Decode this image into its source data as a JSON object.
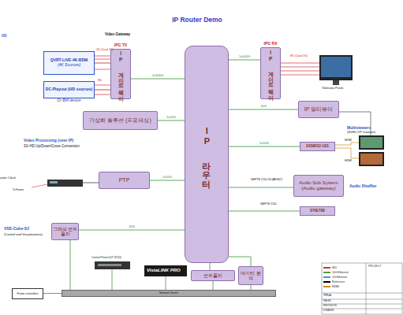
{
  "diagram": {
    "title": "IP Router Demo",
    "nodes": [
      {
        "text": [
          "QVRT-LIVE-4K-BDM",
          "(4K Sources)"
        ]
      },
      {
        "text": [
          "IPG TX",
          "IP 게이트웨이"
        ]
      },
      {
        "text": [
          "IP 라우터"
        ]
      },
      {
        "text": [
          "IPG RX",
          "IP 게이트웨이"
        ]
      },
      {
        "text": [
          "DC-Playout (HD sources)",
          "Or BM device"
        ]
      },
      {
        "text": [
          "IP 멀티뷰어"
        ]
      },
      {
        "text": [
          "가상화 솔루션 (프로세싱)"
        ]
      },
      {
        "text": [
          "2439RX2-10G"
        ]
      },
      {
        "text": [
          "PTP"
        ]
      },
      {
        "text": [
          "Audio Sub System (Audio gateway)"
        ]
      },
      {
        "text": [
          "S76ET88"
        ]
      },
      {
        "text": [
          "그래픽 컨트롤러"
        ]
      },
      {
        "text": [
          "컨트롤러"
        ]
      },
      {
        "text": [
          "데이터 분석"
        ]
      },
      {
        "text": [
          "Network Switch"
        ]
      },
      {
        "text": [
          "Frame controllers"
        ]
      }
    ],
    "edges": [
      {
        "from": 0,
        "to": 1,
        "arrow": "none"
      },
      {
        "from": 4,
        "to": 1,
        "arrow": "none"
      },
      {
        "from": 1,
        "to": 2,
        "label": "1x100G",
        "arrow": "none"
      },
      {
        "from": 2,
        "to": 3,
        "label": "1x100G",
        "arrow": "none"
      },
      {
        "from": 6,
        "to": 2,
        "label": "1x10G",
        "arrow": "none"
      },
      {
        "from": 8,
        "to": 2,
        "label": "1x10G",
        "arrow": "none"
      },
      {
        "from": 11,
        "to": 2,
        "label": "10G",
        "arrow": "none"
      },
      {
        "from": 2,
        "to": 5,
        "label": "10G",
        "arrow": "none"
      },
      {
        "from": 2,
        "to": 7,
        "label": "1x10G",
        "arrow": "none"
      },
      {
        "from": 2,
        "to": 9,
        "arrow": "none"
      },
      {
        "from": 2,
        "to": 10,
        "arrow": "none"
      },
      {
        "from": 12,
        "to": 2,
        "arrow": "none"
      },
      {
        "from": 13,
        "to": 2,
        "arrow": "none"
      },
      {
        "from": 11,
        "to": 14,
        "arrow": "none"
      },
      {
        "from": 12,
        "to": 14,
        "arrow": "none"
      },
      {
        "from": 13,
        "to": 14,
        "arrow": "none"
      },
      {
        "from": 15,
        "to": 14,
        "arrow": "none"
      }
    ],
    "labels": [
      "I/O",
      "Video Gateway",
      "4K (Quad 3G)",
      "HD",
      "8K (Quad 3G)",
      "Tektronix Prism",
      "Video Processing (over IP)",
      "3G-HD Up/Down/Cross Conversion",
      "aster Clock",
      "To Frames",
      "VSE-Cube-S2",
      "(Control and Visualizations)",
      "Multiviewers",
      "(3G/HD O/P resolution)",
      "HDMI",
      "HDMI",
      "Audio Shuffler",
      "SMPTE 2110-30 (AES67)",
      "SMPTE 2110",
      "Control Panel (LP-3152)",
      "VistaLINK PRO",
      "PROJECT",
      "TITLE:",
      "PAGE",
      "REVISION",
      "DRAWN"
    ],
    "legend": [
      {
        "text": "SDI",
        "color": "#d63030"
      },
      {
        "text": "10G Ethernet",
        "color": "#4aa04a"
      },
      {
        "text": "1G Ethernet",
        "color": "#5a8ad0"
      },
      {
        "text": "Reference",
        "color": "#000000"
      },
      {
        "text": "HDMI",
        "color": "#d08a20"
      }
    ]
  }
}
